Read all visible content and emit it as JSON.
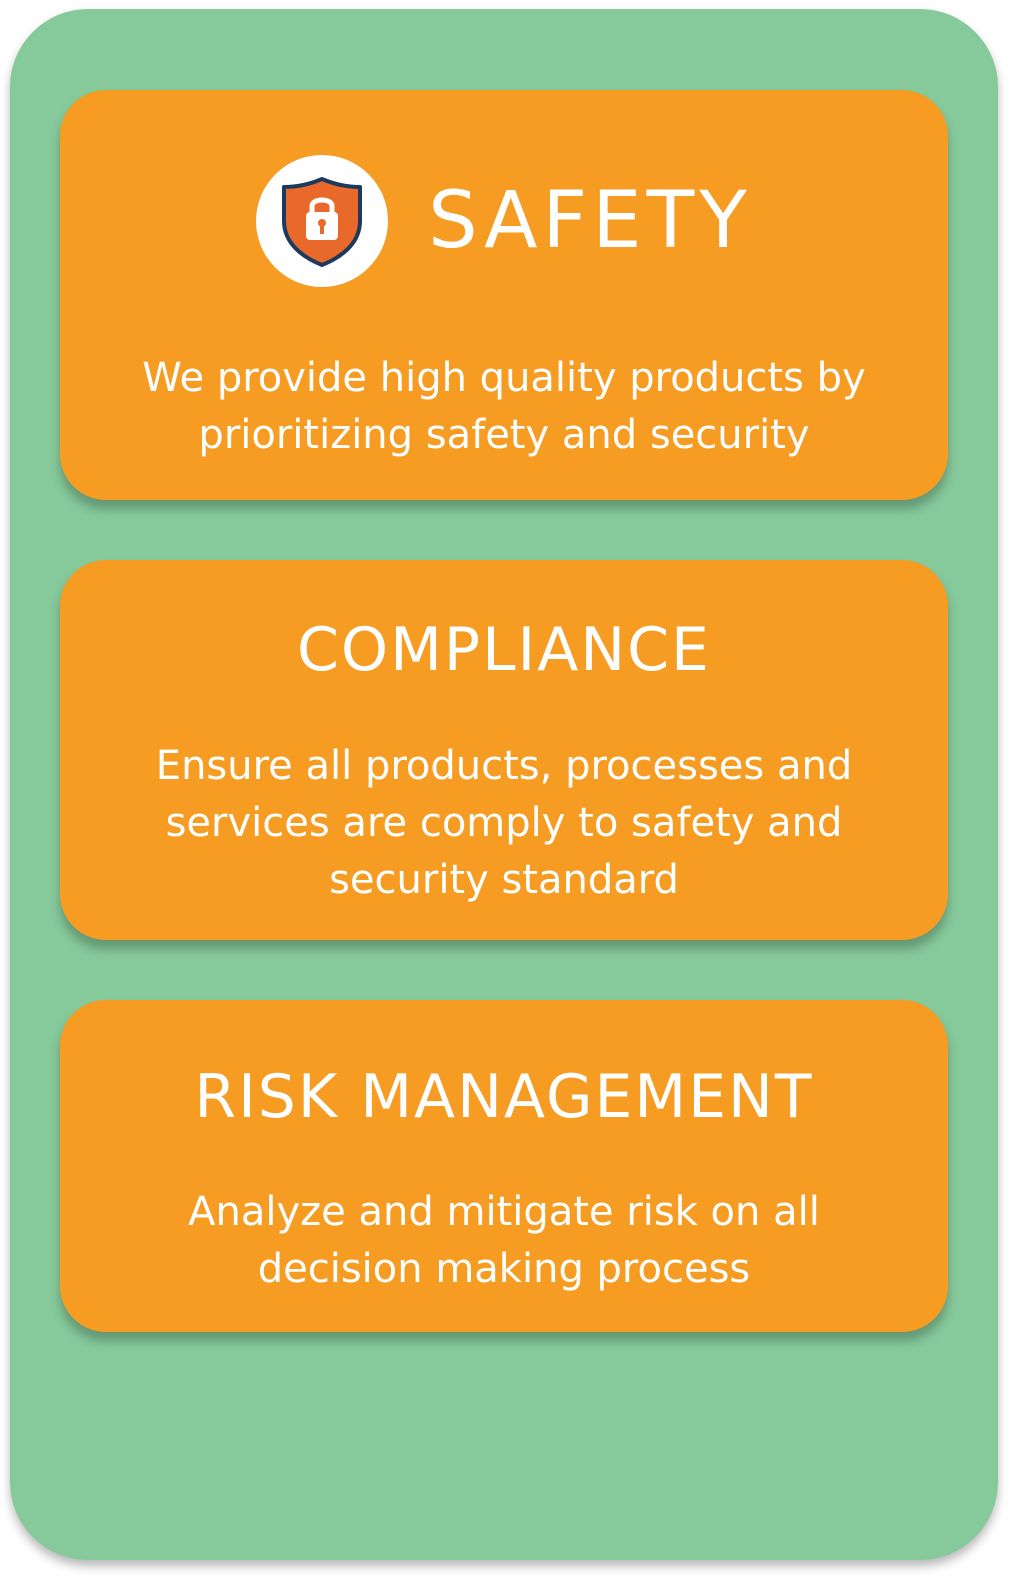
{
  "cards": [
    {
      "title": "SAFETY",
      "icon": "shield-lock-icon",
      "lines": [
        "We provide high quality products by",
        "prioritizing safety and security"
      ]
    },
    {
      "title": "COMPLIANCE",
      "lines": [
        "Ensure all products, processes and",
        "services are comply to safety and",
        "security standard"
      ]
    },
    {
      "title": "RISK MANAGEMENT",
      "lines": [
        "Analyze and mitigate risk on all",
        "decision making process"
      ]
    }
  ],
  "colors": {
    "panel": "#86c99a",
    "card": "#f69c22",
    "text": "#ffffff",
    "shield": "#e9692a",
    "shield_border": "#1d3a5c"
  }
}
